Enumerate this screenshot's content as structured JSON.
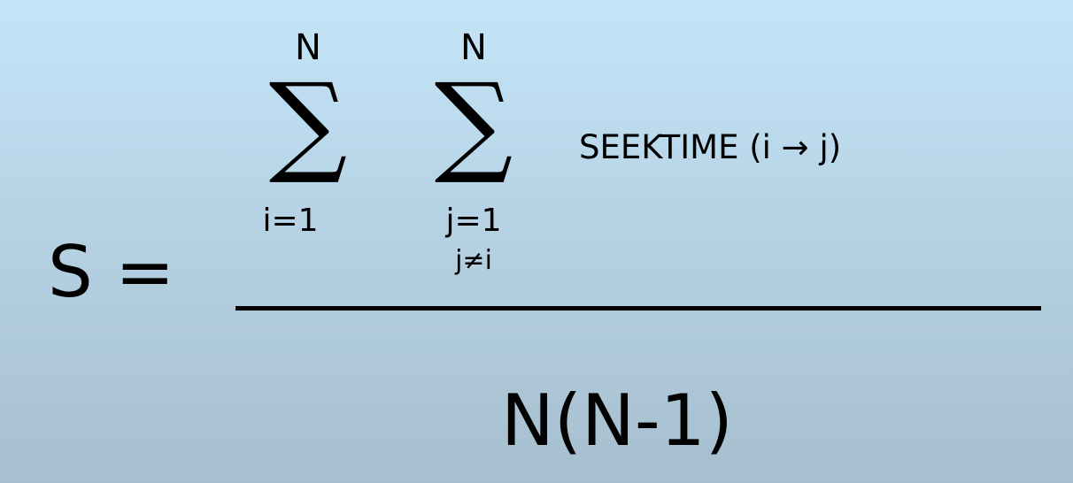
{
  "formula": {
    "lhs": "S =",
    "outer_sum": {
      "symbol": "∑",
      "upper": "N",
      "lower": "i=1"
    },
    "inner_sum": {
      "symbol": "∑",
      "upper": "N",
      "lower": "j=1",
      "condition": "j≠i"
    },
    "summand": "SEEKTIME (i → j)",
    "denominator": "N(N-1)"
  }
}
